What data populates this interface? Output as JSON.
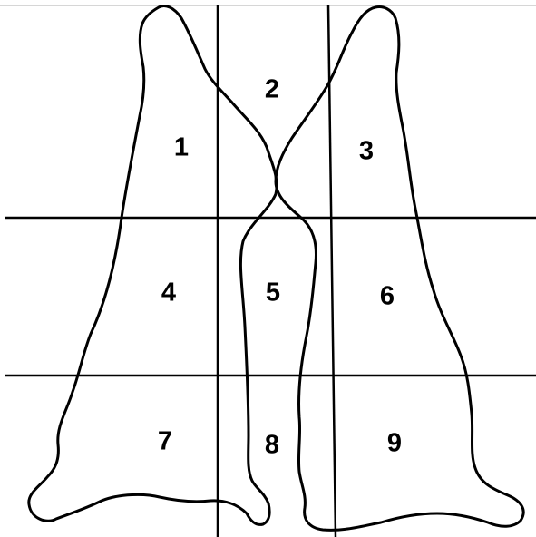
{
  "diagram": {
    "regions": [
      {
        "id": "region-1",
        "label": "1"
      },
      {
        "id": "region-2",
        "label": "2"
      },
      {
        "id": "region-3",
        "label": "3"
      },
      {
        "id": "region-4",
        "label": "4"
      },
      {
        "id": "region-5",
        "label": "5"
      },
      {
        "id": "region-6",
        "label": "6"
      },
      {
        "id": "region-7",
        "label": "7"
      },
      {
        "id": "region-8",
        "label": "8"
      },
      {
        "id": "region-9",
        "label": "9"
      }
    ],
    "colors": {
      "stroke": "#000000",
      "background": "#ffffff",
      "top_border": "#bdbdbd"
    }
  }
}
